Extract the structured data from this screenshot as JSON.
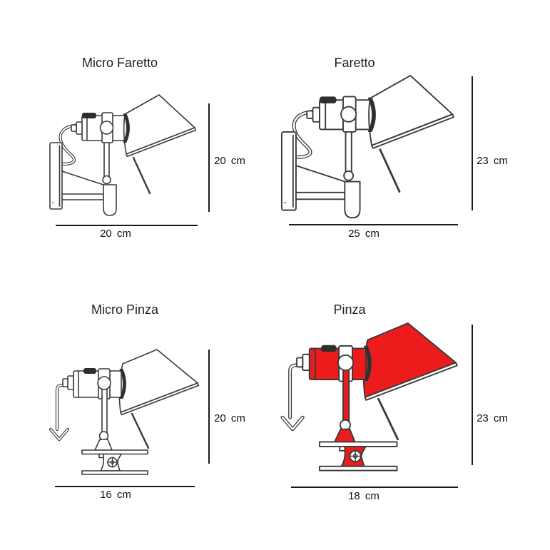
{
  "theme": {
    "background": "#ffffff",
    "stroke": "#3a3a3a",
    "text": "#1f1f1f",
    "accent_red": "#ed1c1c"
  },
  "lamps": [
    {
      "id": "micro-faretto",
      "name": "Micro Faretto",
      "mount": "wall",
      "highlighted": false,
      "height": "20 cm",
      "width": "20 cm"
    },
    {
      "id": "faretto",
      "name": "Faretto",
      "mount": "wall",
      "highlighted": false,
      "height": "23 cm",
      "width": "25 cm"
    },
    {
      "id": "micro-pinza",
      "name": "Micro Pinza",
      "mount": "clamp",
      "highlighted": false,
      "height": "20 cm",
      "width": "16 cm"
    },
    {
      "id": "pinza",
      "name": "Pinza",
      "mount": "clamp",
      "highlighted": true,
      "height": "23 cm",
      "width": "18 cm"
    }
  ]
}
